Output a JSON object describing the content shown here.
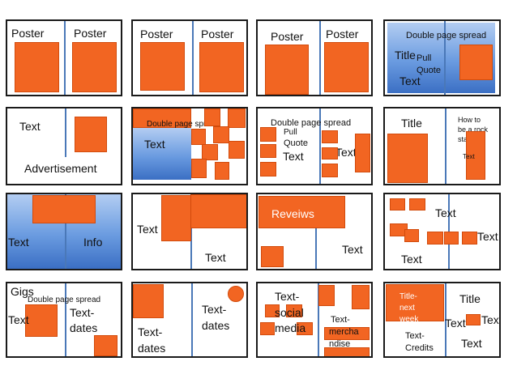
{
  "r1": {
    "p1": {
      "left": "Poster",
      "right": "Poster"
    },
    "p2": {
      "left": "Poster",
      "right": "Poster"
    },
    "p3": {
      "left": "Poster",
      "right": "Poster"
    },
    "p4": {
      "header": "Double page spread",
      "title": "Title",
      "pull": "Pull",
      "quote": "Quote",
      "text": "Text"
    }
  },
  "r2": {
    "p1": {
      "text": "Text",
      "ad": "Advertisement"
    },
    "p2": {
      "header": "Double page spread",
      "text": "Text"
    },
    "p3": {
      "header": "Double page spread",
      "pull": "Pull",
      "quote": "Quote",
      "text_left": "Text",
      "text_right": "Text"
    },
    "p4": {
      "title": "Title",
      "how1": "How to",
      "how2": "be a rock",
      "how3": "star",
      "text": "Text"
    }
  },
  "r3": {
    "p1": {
      "text": "Text",
      "info": "Info"
    },
    "p2": {
      "text_top": "Text",
      "text_bottom": "Text"
    },
    "p3": {
      "reviews": "Reveiws",
      "text": "Text"
    },
    "p4": {
      "text_top": "Text",
      "text_right": "Text",
      "text_bottom": "Text"
    }
  },
  "r4": {
    "p1": {
      "gigs": "Gigs",
      "header": "Double page spread",
      "text": "Text",
      "dates1": "Text-",
      "dates2": "dates"
    },
    "p2": {
      "right1": "Text-",
      "right2": "dates",
      "left1": "Text-",
      "left2": "dates"
    },
    "p3": {
      "social1": "Text-",
      "social2": "social",
      "social3": "media",
      "merch1": "Text-",
      "merch2": "mercha",
      "merch3": "ndise"
    },
    "p4": {
      "tn1": "Title-",
      "tn2": "next",
      "tn3": "week",
      "title": "Title",
      "text_mid": "Text",
      "text_right": "Text",
      "credits1": "Text-",
      "credits2": "Credits",
      "text_bottom": "Text"
    }
  }
}
